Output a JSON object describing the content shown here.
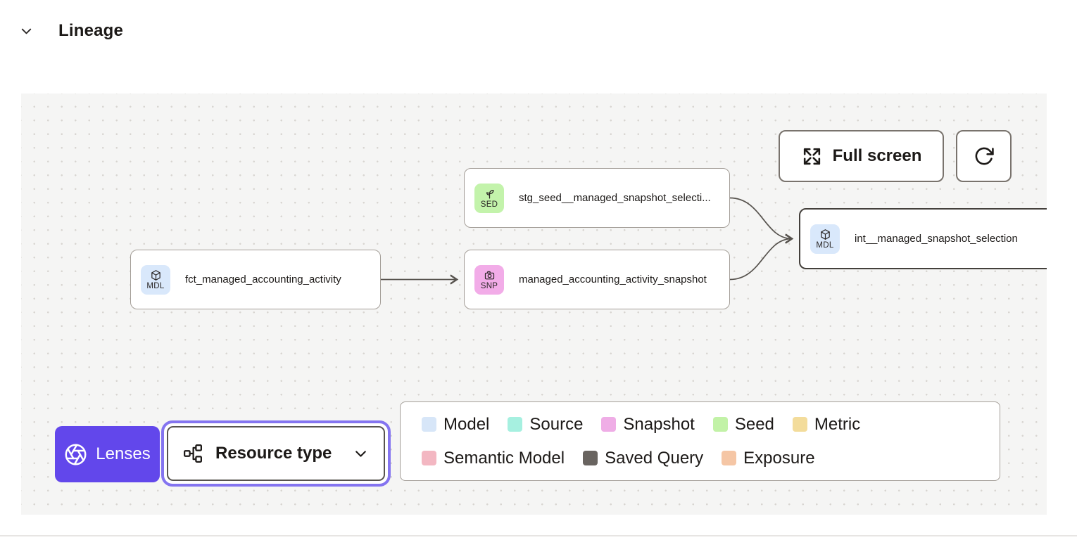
{
  "header": {
    "title": "Lineage"
  },
  "toolbar": {
    "full_screen_label": "Full screen"
  },
  "nodes": [
    {
      "badge": "MDL",
      "type": "model",
      "label": "fct_managed_accounting_activity",
      "badge_color": "#d9e8fb",
      "selected": false
    },
    {
      "badge": "SED",
      "type": "seed",
      "label": "stg_seed__managed_snapshot_selecti...",
      "badge_color": "#c3f3ab",
      "selected": false
    },
    {
      "badge": "SNP",
      "type": "snapshot",
      "label": "managed_accounting_activity_snapshot",
      "badge_color": "#f2ace8",
      "selected": false
    },
    {
      "badge": "MDL",
      "type": "model",
      "label": "int__managed_snapshot_selection",
      "badge_color": "#d9e8fb",
      "selected": true
    }
  ],
  "edges": [
    {
      "from": "fct_managed_accounting_activity",
      "to": "managed_accounting_activity_snapshot"
    },
    {
      "from": "stg_seed__managed_snapshot_selecti...",
      "to": "int__managed_snapshot_selection"
    },
    {
      "from": "managed_accounting_activity_snapshot",
      "to": "int__managed_snapshot_selection"
    }
  ],
  "controls": {
    "lenses_label": "Lenses",
    "resource_type_label": "Resource type"
  },
  "legend": {
    "rows": [
      [
        {
          "label": "Model",
          "color": "#d7e6f8"
        },
        {
          "label": "Source",
          "color": "#a6f0e0"
        },
        {
          "label": "Snapshot",
          "color": "#efade6"
        },
        {
          "label": "Seed",
          "color": "#c2f2a7"
        },
        {
          "label": "Metric",
          "color": "#f3dc9b"
        }
      ],
      [
        {
          "label": "Semantic Model",
          "color": "#f3b7c2"
        },
        {
          "label": "Saved Query",
          "color": "#696460"
        },
        {
          "label": "Exposure",
          "color": "#f5c6a5"
        }
      ]
    ]
  },
  "colors": {
    "accent_purple": "#6247eb",
    "focus_ring": "#8474f0",
    "canvas_bg": "#f5f5f4",
    "node_border": "#a49e98",
    "selected_node_border": "#44403c",
    "edge": "#57534e"
  }
}
